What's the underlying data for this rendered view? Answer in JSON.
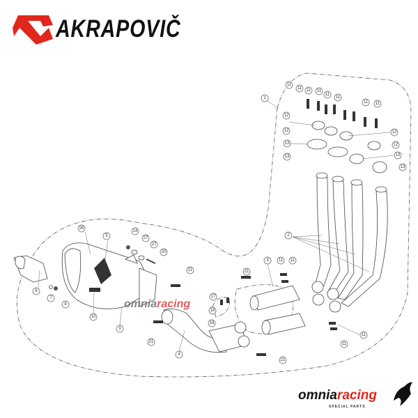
{
  "brand": {
    "logo_text": "AKRAPOVIČ",
    "logo_color": "#e1261c"
  },
  "watermark": {
    "part1": "omnia",
    "part2": "racing"
  },
  "dealer": {
    "name_part1": "omnia",
    "name_part2": "racing",
    "tagline": "SPECIAL PARTS",
    "accent": "#e1261c"
  },
  "callouts": [
    "1",
    "11",
    "11",
    "11",
    "11",
    "11",
    "11",
    "11",
    "11",
    "12",
    "12",
    "12",
    "12",
    "13",
    "13",
    "13",
    "13",
    "2",
    "3",
    "11",
    "11",
    "11",
    "11",
    "21",
    "17",
    "19",
    "18",
    "21",
    "26",
    "5",
    "14",
    "27",
    "27",
    "20",
    "21",
    "6",
    "7",
    "8",
    "10",
    "9",
    "21",
    "4"
  ]
}
